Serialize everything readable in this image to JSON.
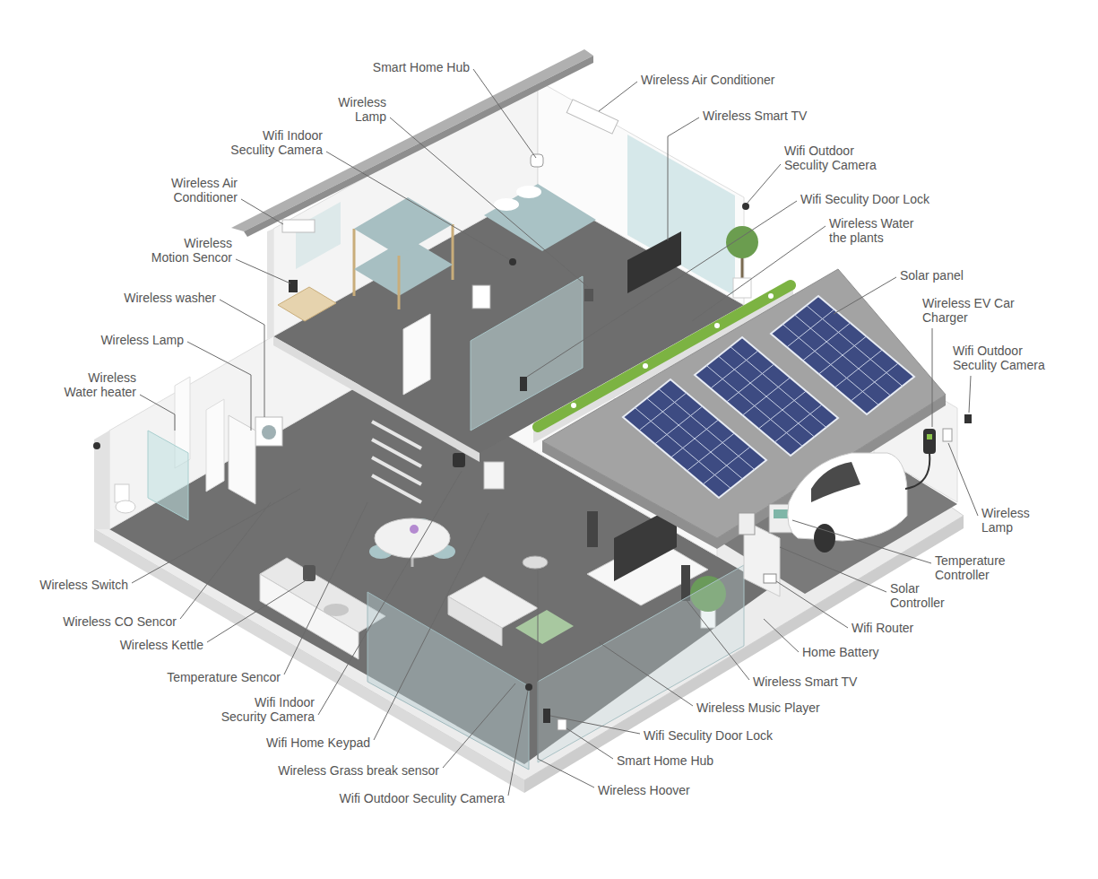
{
  "diagram": {
    "labels": [
      "Smart Home Hub",
      "Wireless Lamp",
      "Wifi Indoor Seculity Camera",
      "Wireless Air Conditioner",
      "Wireless Motion Sencor",
      "Wireless washer",
      "Wireless Lamp",
      "Wireless Water heater",
      "Wireless Switch",
      "Wireless CO Sencor",
      "Wireless Kettle",
      "Temperature Sencor",
      "Wifi Indoor Security Camera",
      "Wifi Home Keypad",
      "Wireless Grass break sensor",
      "Wifi Outdoor Seculity Camera",
      "Wireless Air Conditioner",
      "Wireless Smart TV",
      "Wifi Outdoor Seculity Camera",
      "Wifi Seculity Door Lock",
      "Wireless Water the plants",
      "Solar panel",
      "Wireless EV Car Charger",
      "Wifi Outdoor Seculity Camera",
      "Wireless Lamp",
      "Temperature Controller",
      "Solar Controller",
      "Wifi Router",
      "Home Battery",
      "Wireless Smart TV",
      "Wireless Music Player",
      "Wifi Seculity Door Lock",
      "Smart Home Hub",
      "Wireless Hoover"
    ]
  }
}
